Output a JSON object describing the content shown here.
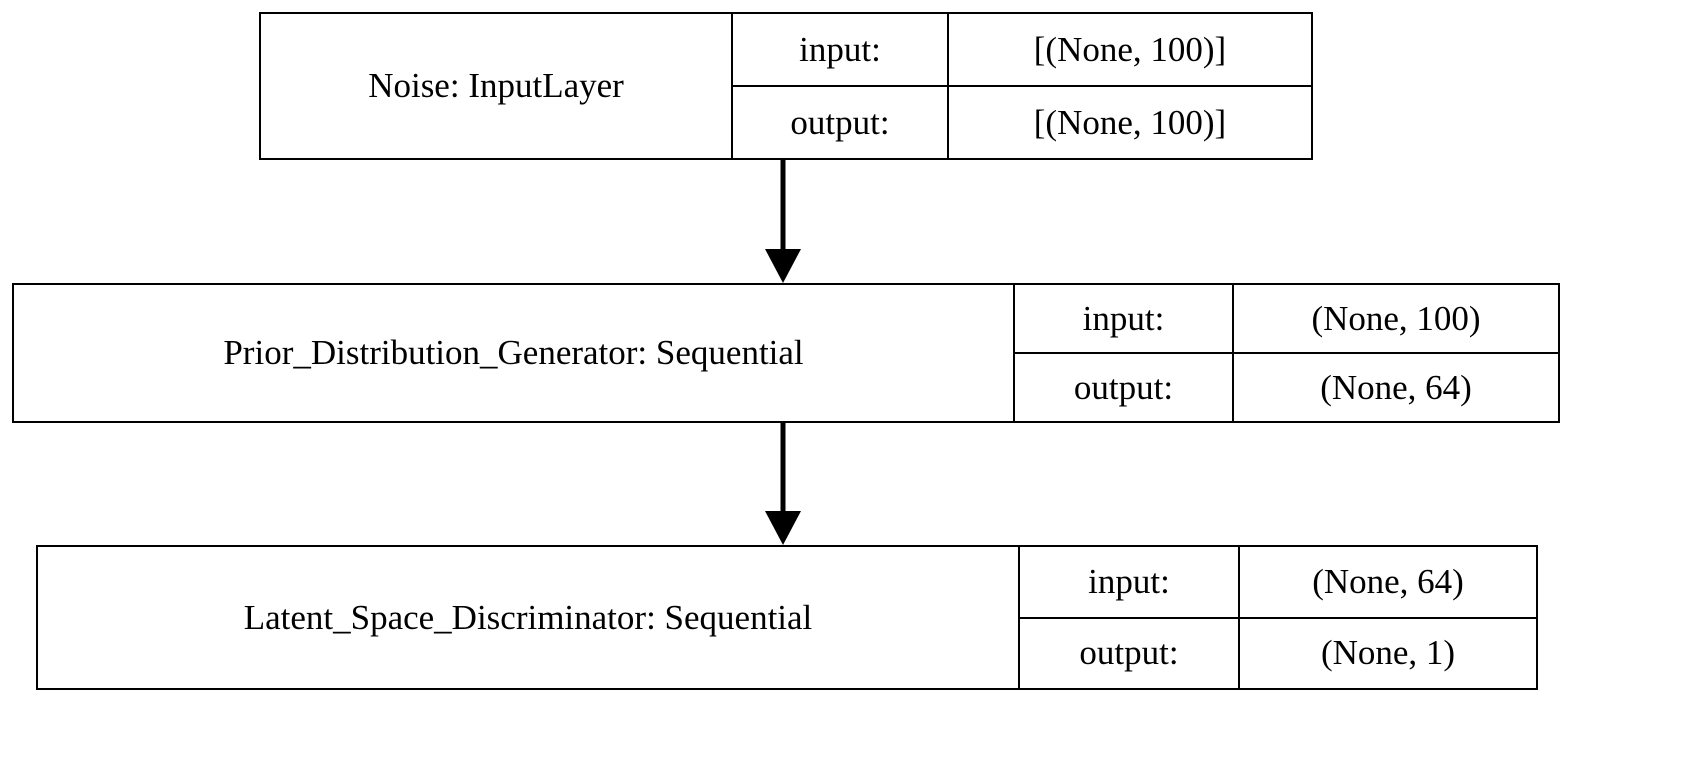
{
  "diagram": {
    "title": "Keras model architecture graph",
    "orientation": "top-to-bottom",
    "background_color": "#ffffff",
    "line_color": "#000000",
    "io_labels": {
      "input": "input:",
      "output": "output:"
    },
    "nodes": [
      {
        "id": "noise",
        "name": "Noise: InputLayer",
        "layer_name": "Noise",
        "layer_type": "InputLayer",
        "input_shape": "[(None, 100)]",
        "output_shape": "[(None, 100)]"
      },
      {
        "id": "generator",
        "name": "Prior_Distribution_Generator: Sequential",
        "layer_name": "Prior_Distribution_Generator",
        "layer_type": "Sequential",
        "input_shape": "(None, 100)",
        "output_shape": "(None, 64)"
      },
      {
        "id": "discriminator",
        "name": "Latent_Space_Discriminator: Sequential",
        "layer_name": "Latent_Space_Discriminator",
        "layer_type": "Sequential",
        "input_shape": "(None, 64)",
        "output_shape": "(None, 1)"
      }
    ],
    "edges": [
      {
        "id": "edge-noise-generator",
        "from": "noise",
        "to": "generator"
      },
      {
        "id": "edge-generator-discriminator",
        "from": "generator",
        "to": "discriminator"
      }
    ]
  }
}
